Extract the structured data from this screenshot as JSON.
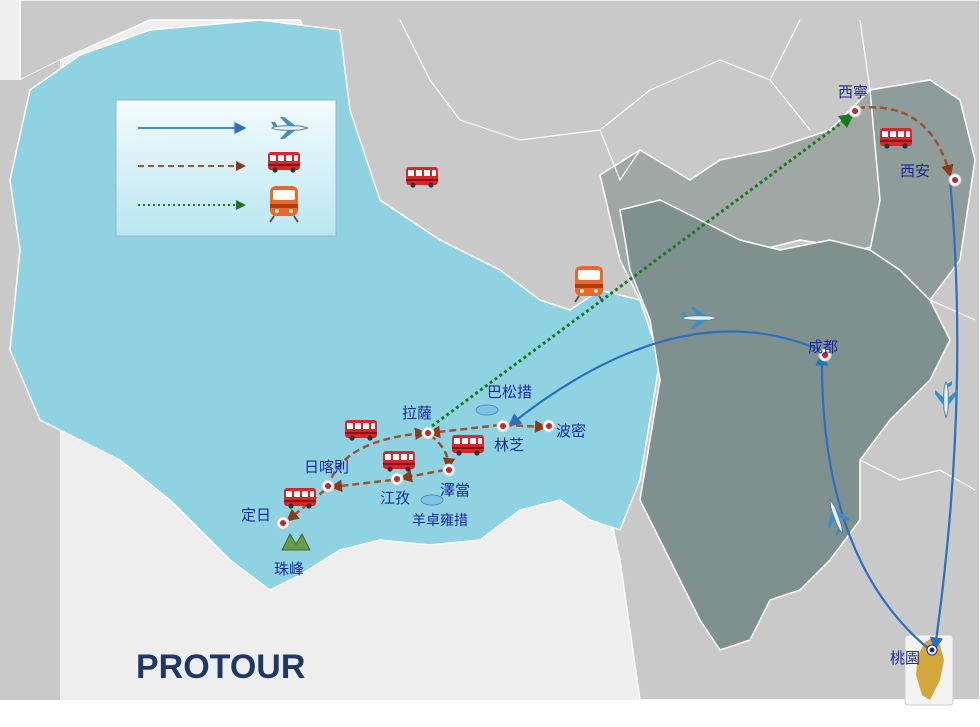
{
  "brand": "PROTOUR",
  "legend": {
    "items": [
      {
        "mode": "flight",
        "icon": "airplane-icon",
        "line_color": "#4a86c8"
      },
      {
        "mode": "bus",
        "icon": "bus-icon",
        "line_color": "#a0522d"
      },
      {
        "mode": "train",
        "icon": "train-icon",
        "line_color": "#1a7a1a"
      }
    ]
  },
  "cities": {
    "xining": "西寧",
    "xian": "西安",
    "chengdu": "成都",
    "lhasa": "拉薩",
    "nyingchi": "林芝",
    "bomi": "波密",
    "basongcuo": "巴松措",
    "zedang": "澤當",
    "gyantse": "江孜",
    "yamdrok": "羊卓雍措",
    "shigatse": "日喀則",
    "tingri": "定日",
    "everest": "珠峰",
    "taoyuan": "桃園"
  },
  "colors": {
    "tibet": "#8fd3e3",
    "mainland_light": "#c8c8c8",
    "mainland_dark": "#8e9c9a",
    "sichuan_dark": "#7f918f",
    "flight": "#4a86c8",
    "bus": "#a0522d",
    "train": "#1a7a1a",
    "label": "#1a2a9a"
  }
}
